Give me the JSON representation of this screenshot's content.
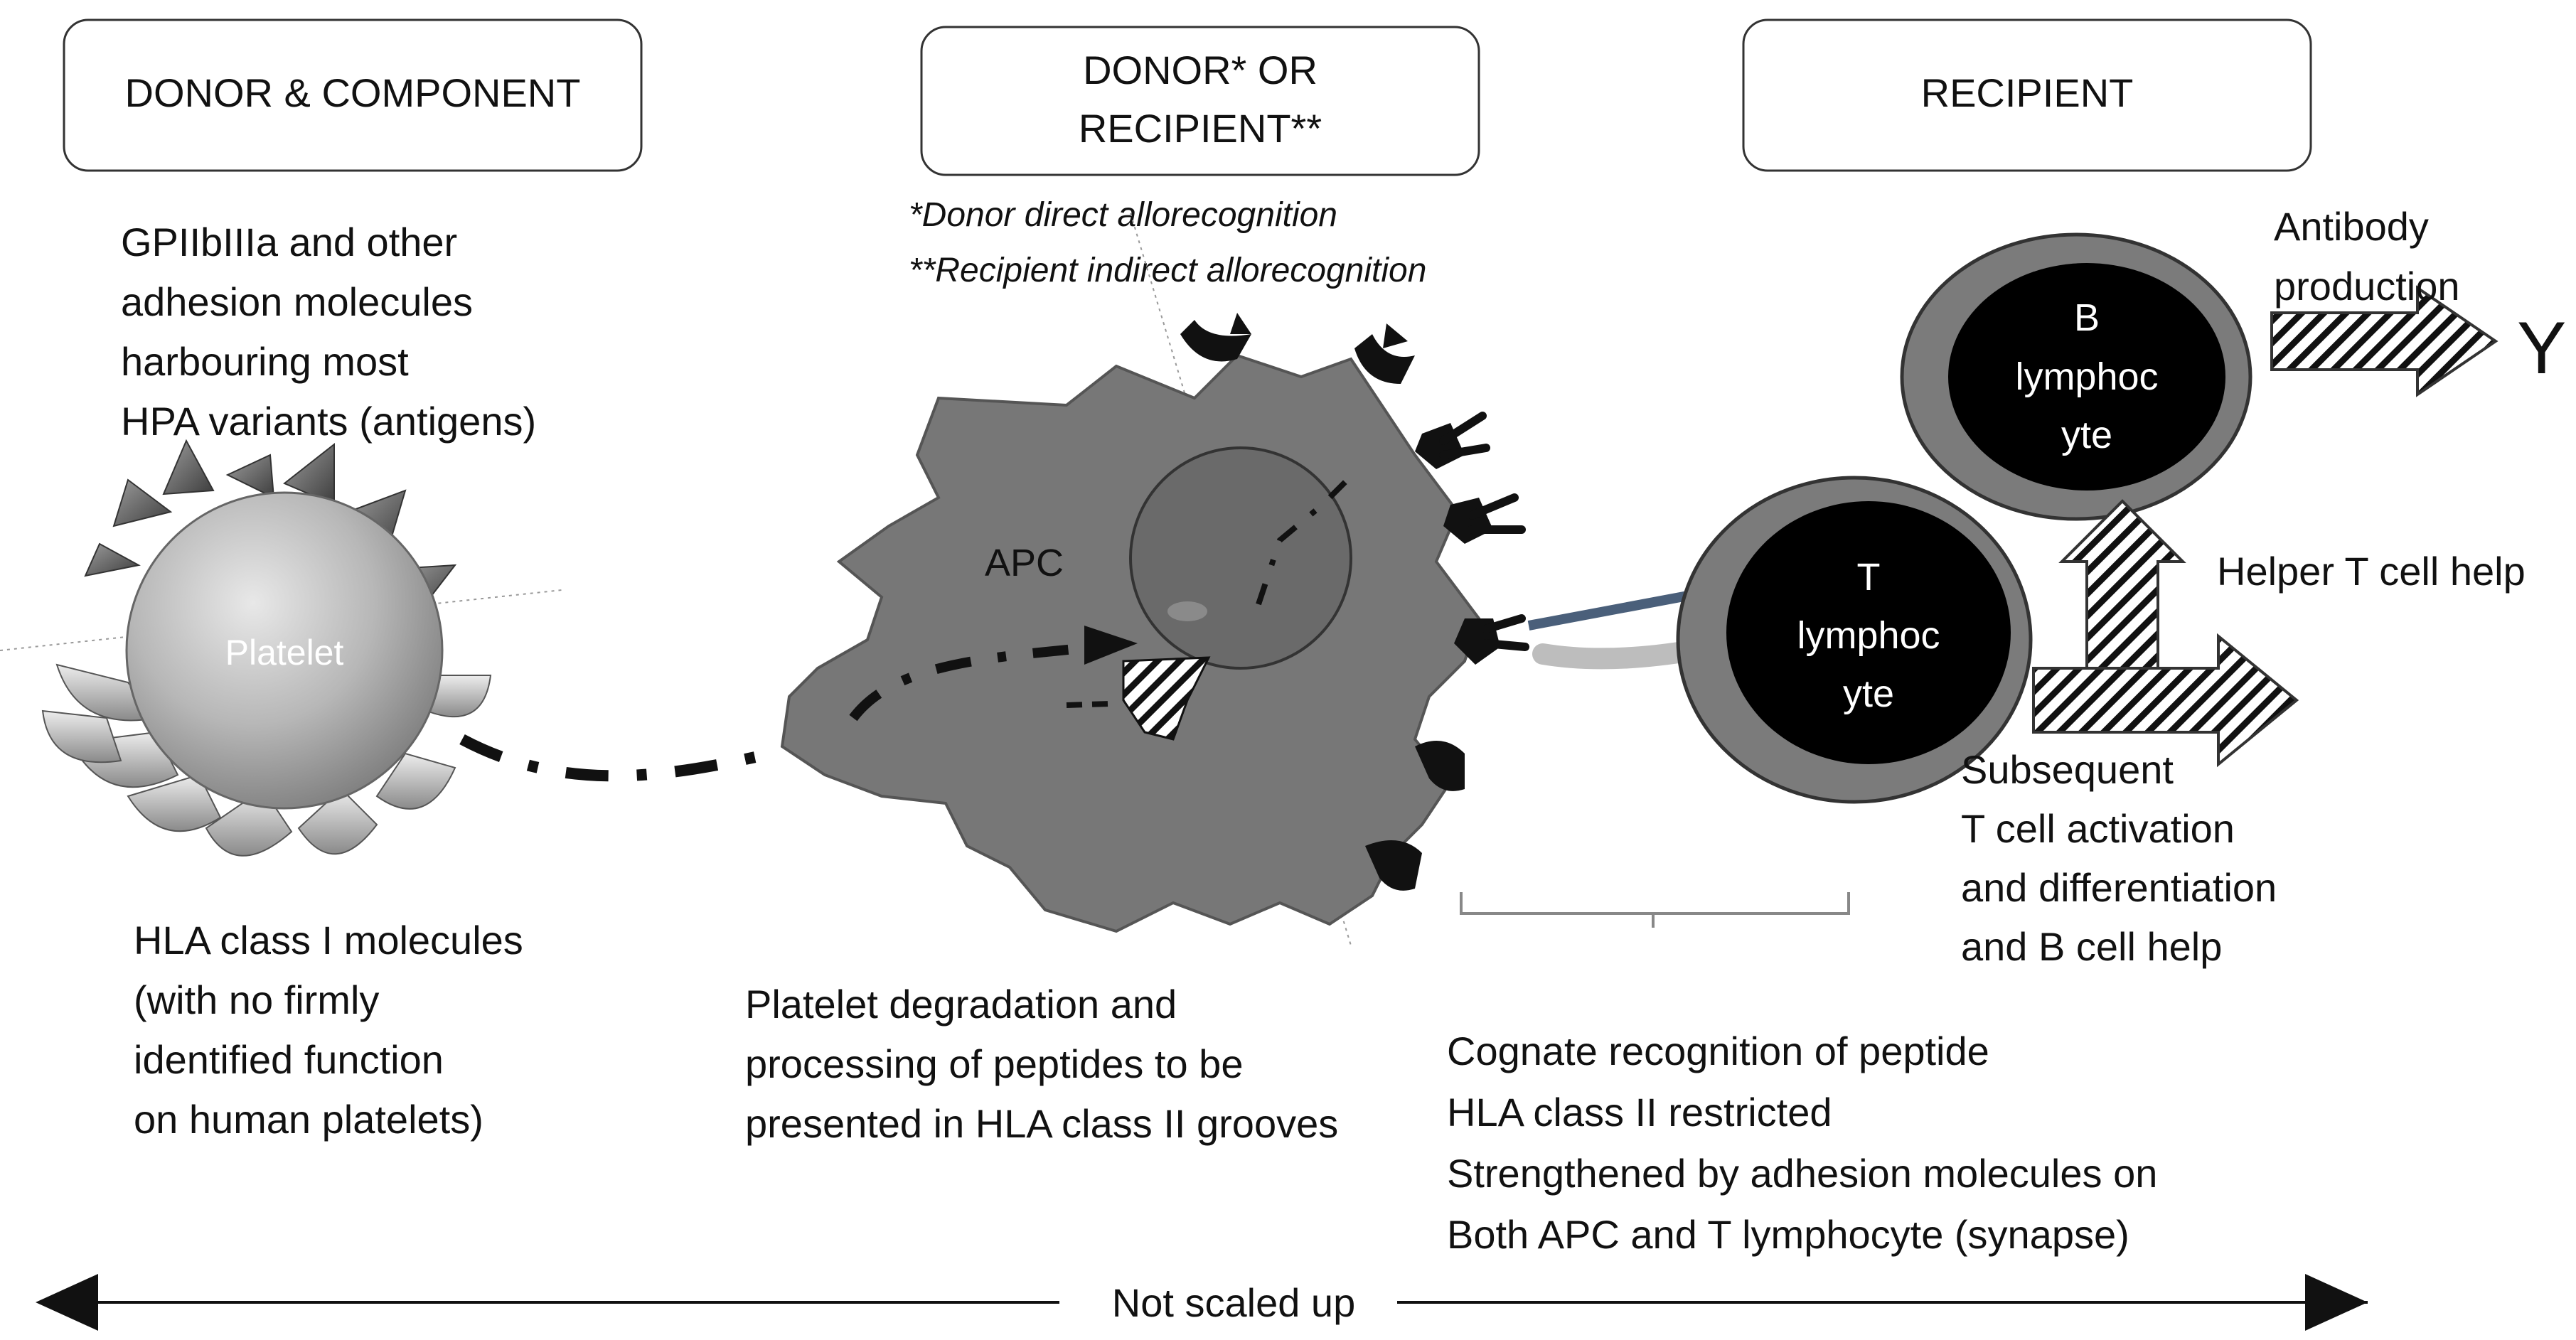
{
  "headers": {
    "donor_component": "DONOR & COMPONENT",
    "donor_or_recipient": [
      "DONOR* OR",
      "RECIPIENT**"
    ],
    "recipient": "RECIPIENT"
  },
  "notes": {
    "donor_direct": "*Donor direct allorecognition",
    "recipient_indirect": "**Recipient indirect allorecognition"
  },
  "platelet": {
    "label": "Platelet",
    "top_text": [
      "GPIIbIIIa and other",
      "adhesion molecules",
      "harbouring most",
      "HPA variants (antigens)"
    ],
    "bottom_text": [
      "HLA class I molecules",
      "(with no firmly",
      "identified function",
      "on human platelets)"
    ]
  },
  "apc": {
    "label": "APC",
    "caption": [
      "Platelet degradation and",
      "processing of peptides to be",
      "presented in HLA class II grooves"
    ]
  },
  "synapse_caption": [
    "Cognate recognition of peptide",
    "HLA class II restricted",
    "Strengthened by adhesion molecules on",
    "Both APC and T lymphocyte (synapse)"
  ],
  "t_cell": {
    "label": [
      "T",
      "lymphoc",
      "yte"
    ]
  },
  "b_cell": {
    "label": [
      "B",
      "lymphoc",
      "yte"
    ]
  },
  "antibody": {
    "label": [
      "Antibody",
      "production"
    ],
    "symbol": "Y"
  },
  "helper_help": "Helper T cell help",
  "subsequent": [
    "Subsequent",
    "T cell activation",
    "and differentiation",
    "and B cell help"
  ],
  "scale_note": "Not scaled up"
}
